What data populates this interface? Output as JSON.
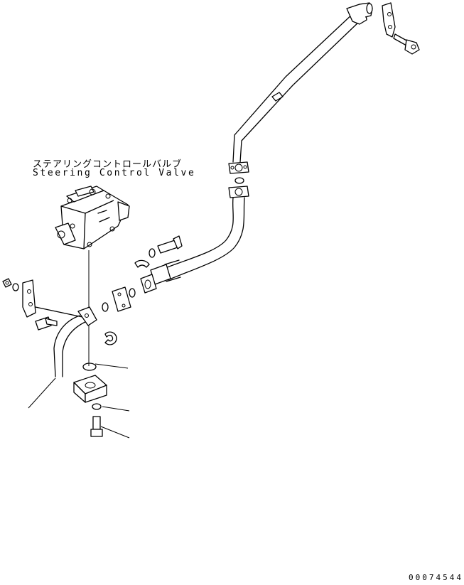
{
  "labels": {
    "japanese": "ステアリングコントロールバルブ",
    "english": "Steering Control Valve"
  },
  "drawing_number": "00074544"
}
